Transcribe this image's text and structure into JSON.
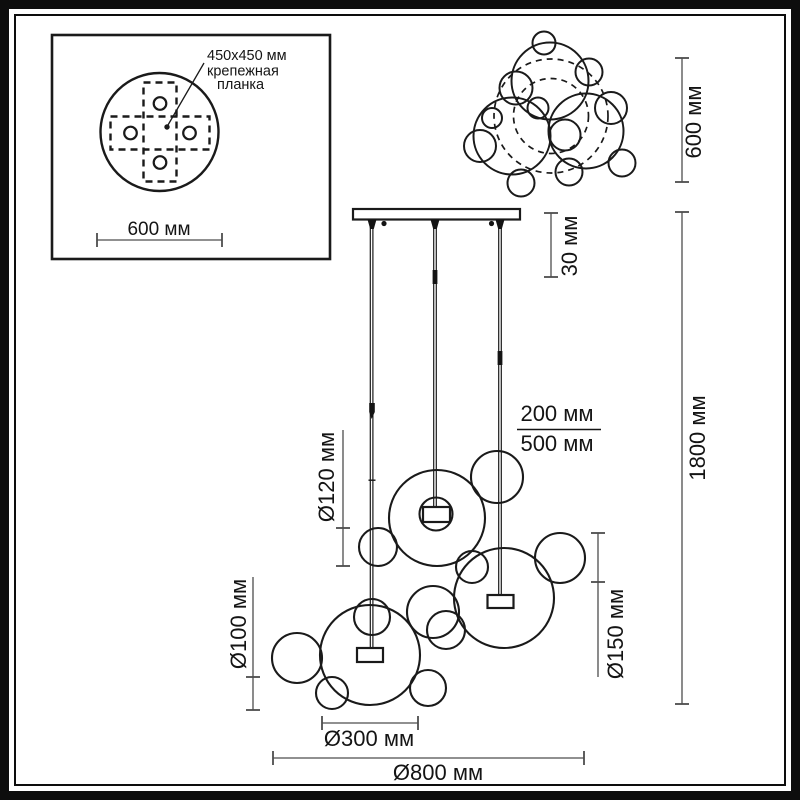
{
  "labels": {
    "inset": {
      "plate_size": "450x450 мм",
      "plate_name_line1": "крепежная",
      "plate_name_line2": "планка",
      "base_diameter": "600 мм"
    },
    "top_view": {
      "cluster_width": "600 мм"
    },
    "main": {
      "canopy_height": "30 мм",
      "total_height": "1800 мм",
      "cord_length_top": "200 мм",
      "cord_length_bottom": "500 мм",
      "sphere_d120": "Ø120 мм",
      "sphere_d100": "Ø100 мм",
      "sphere_d150": "Ø150 мм",
      "sphere_d300": "Ø300 мм",
      "overall_width": "Ø800 мм"
    }
  },
  "colors": {
    "drawing_line": "#1a1a1a",
    "dimension_line": "#4d4d4d",
    "background": "#ffffff"
  }
}
